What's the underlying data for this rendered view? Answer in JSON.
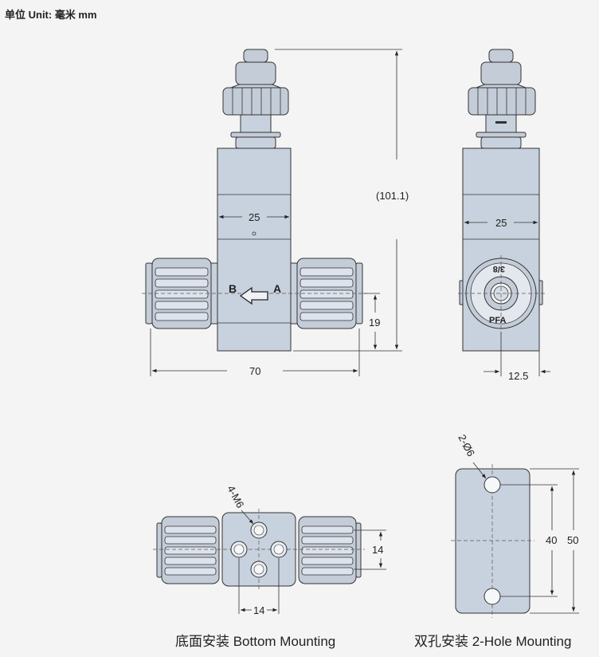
{
  "unit_label": "单位 Unit: 毫米 mm",
  "front_view": {
    "width_dim": "25",
    "height_dim": "(101.1)",
    "port_height_dim": "19",
    "length_dim": "70",
    "port_b": "B",
    "port_a": "A"
  },
  "side_view": {
    "width_dim": "25",
    "offset_dim": "12.5",
    "port_size_mark": "3/8",
    "material_mark": "PFA"
  },
  "bottom_view": {
    "thread_note": "4-M6",
    "spacing_h": "14",
    "spacing_v": "14",
    "caption": "底面安装 Bottom Mounting"
  },
  "two_hole_view": {
    "hole_note": "2-Ø6",
    "inner_dim": "40",
    "outer_dim": "50",
    "caption": "双孔安装 2-Hole Mounting"
  }
}
